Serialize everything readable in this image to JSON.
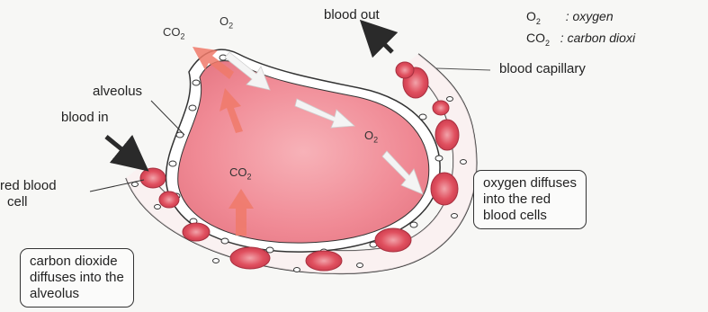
{
  "labels": {
    "blood_out": "blood out",
    "blood_in": "blood in",
    "alveolus": "alveolus",
    "blood_capillary": "blood capillary",
    "red_blood_cell_line1": "red blood",
    "red_blood_cell_line2": "cell"
  },
  "molecules": {
    "co2_top": "CO",
    "co2_top_sub": "2",
    "o2_top": "O",
    "o2_top_sub": "2",
    "o2_inside": "O",
    "o2_inside_sub": "2",
    "co2_inside": "CO",
    "co2_inside_sub": "2"
  },
  "legend": {
    "o2_symbol": "O",
    "o2_sub": "2",
    "o2_meaning": ": oxygen",
    "co2_symbol": "CO",
    "co2_sub": "2",
    "co2_meaning": ": carbon dioxi"
  },
  "callouts": {
    "oxygen_box": [
      "oxygen diffuses",
      "into the red",
      "blood cells"
    ],
    "co2_box": [
      "carbon dioxide",
      "diffuses into the",
      "alveolus"
    ]
  },
  "colors": {
    "alveolus_fill": "#f08a95",
    "rbc_fill": "#e0505f",
    "arrow_dark": "#2a2a2a",
    "arrow_co2": "#f07a6a",
    "arrow_o2": "#f4f4f4"
  }
}
